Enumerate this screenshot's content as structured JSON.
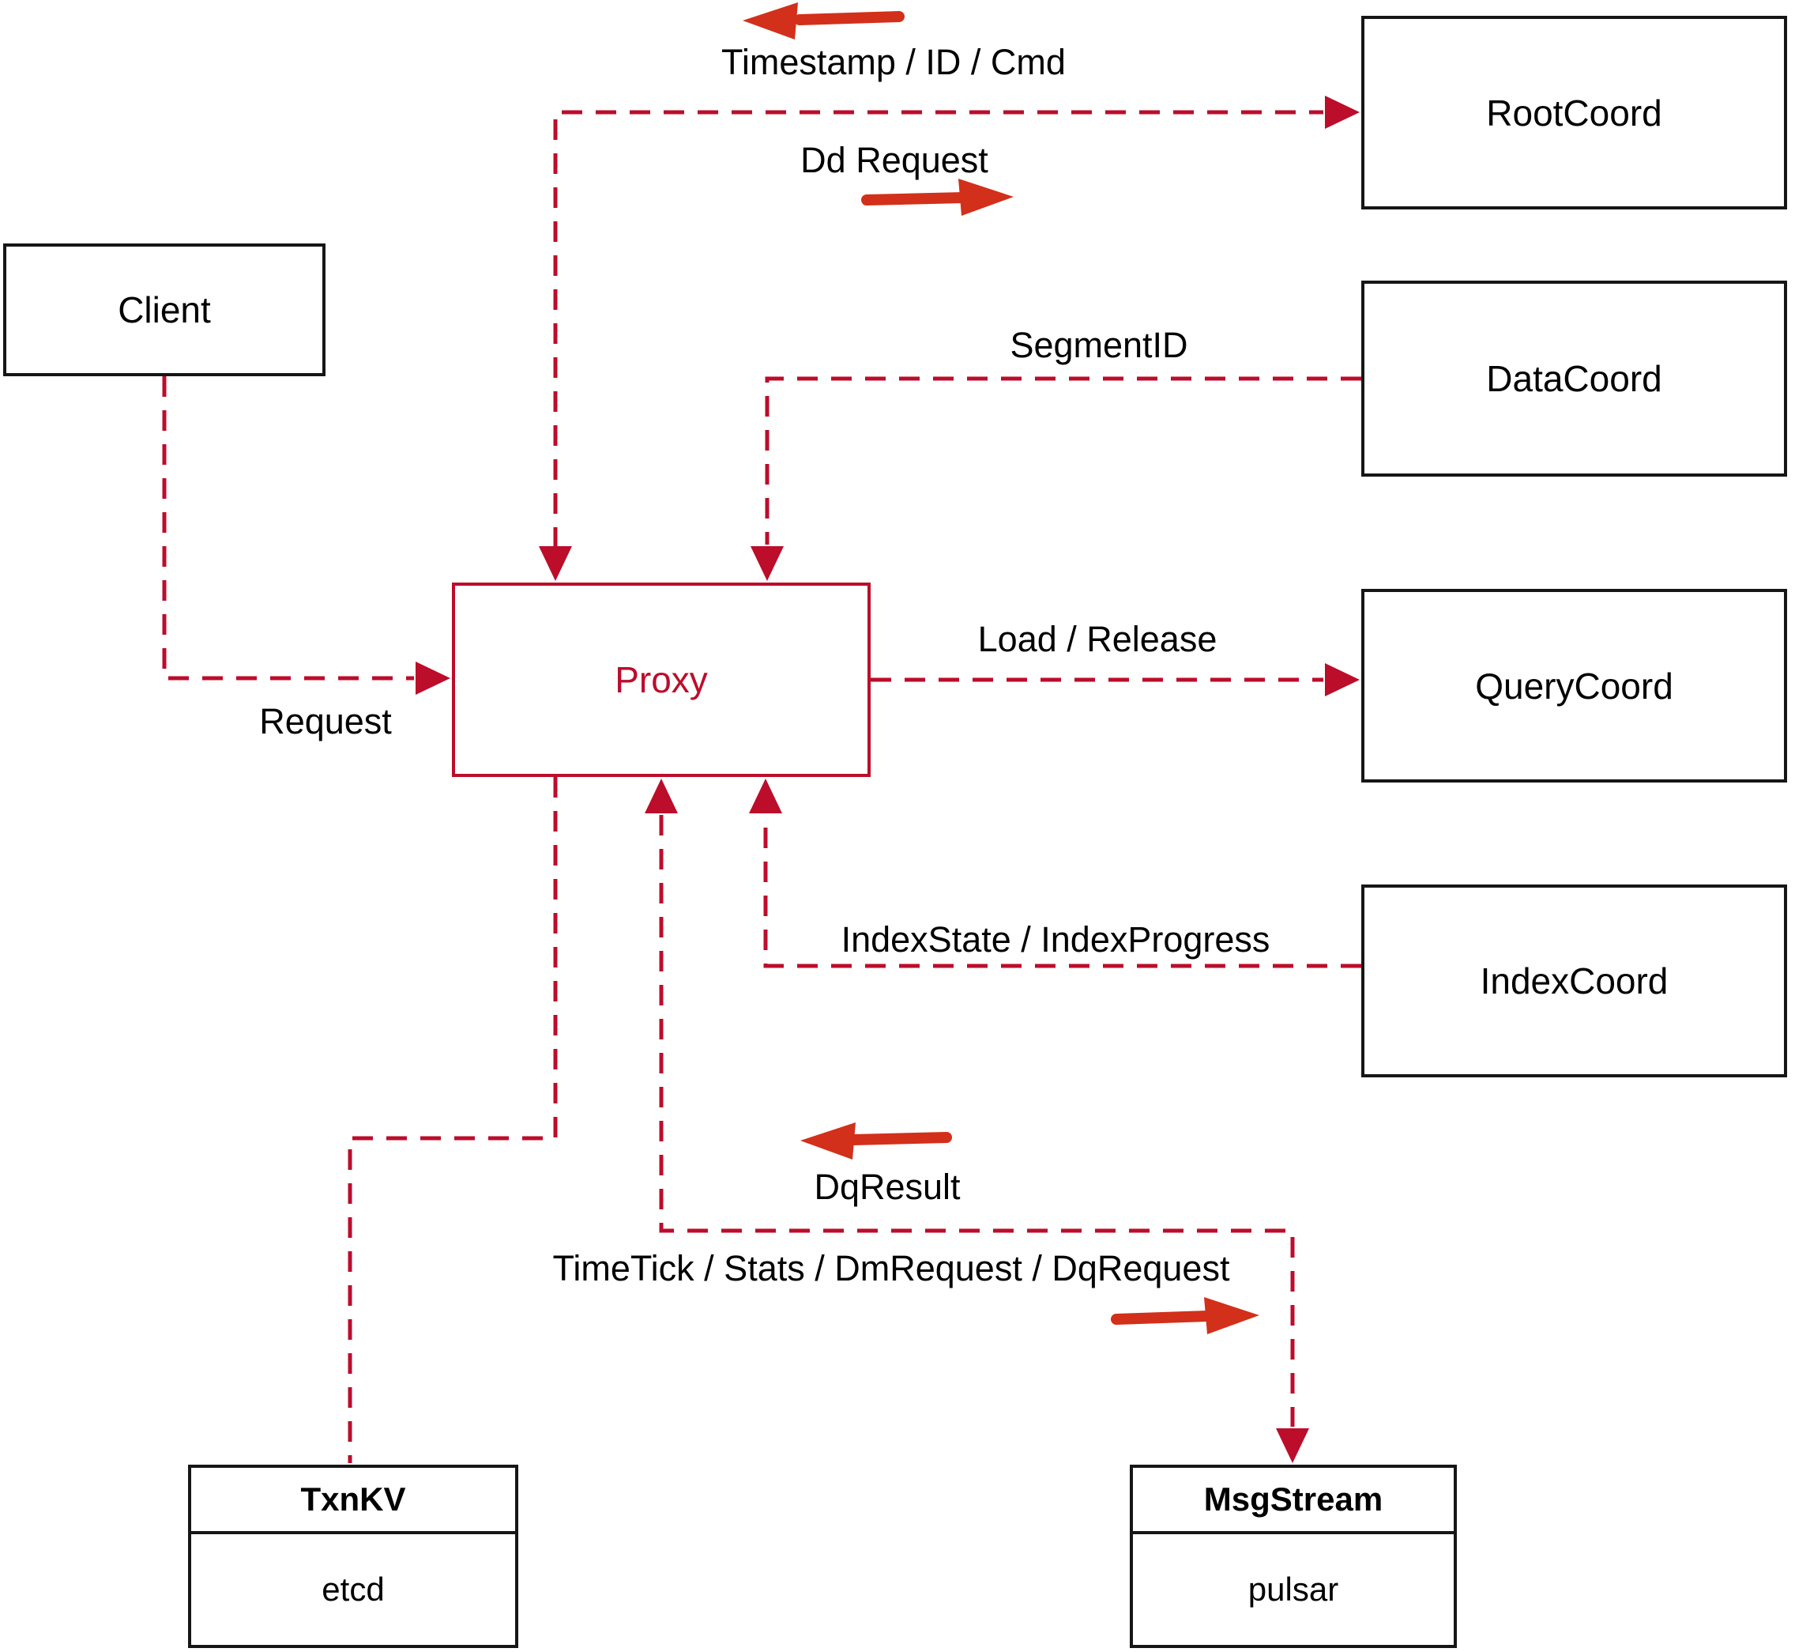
{
  "nodes": {
    "client": {
      "label": "Client"
    },
    "proxy": {
      "label": "Proxy"
    },
    "root_coord": {
      "label": "RootCoord"
    },
    "data_coord": {
      "label": "DataCoord"
    },
    "query_coord": {
      "label": "QueryCoord"
    },
    "index_coord": {
      "label": "IndexCoord"
    },
    "txn_kv": {
      "title": "TxnKV",
      "subtitle": "etcd"
    },
    "msg_stream": {
      "title": "MsgStream",
      "subtitle": "pulsar"
    }
  },
  "edges": {
    "proxy_rootcoord": {
      "response_label": "Timestamp / ID / Cmd",
      "request_label": "Dd Request"
    },
    "datacoord_proxy": {
      "label": "SegmentID"
    },
    "proxy_querycoord": {
      "label": "Load / Release"
    },
    "indexcoord_proxy": {
      "label": "IndexState / IndexProgress"
    },
    "client_proxy": {
      "label": "Request"
    },
    "msgstream_proxy": {
      "response_label": "DqResult",
      "request_label": "TimeTick / Stats / DmRequest / DqRequest"
    }
  },
  "colors": {
    "dashed_line": "#BC0D2B",
    "solid_arrow": "#D2301A",
    "node_border": "#161616",
    "proxy_accent": "#BC0D2B",
    "text": "#000000",
    "background": "#FFFFFF"
  }
}
